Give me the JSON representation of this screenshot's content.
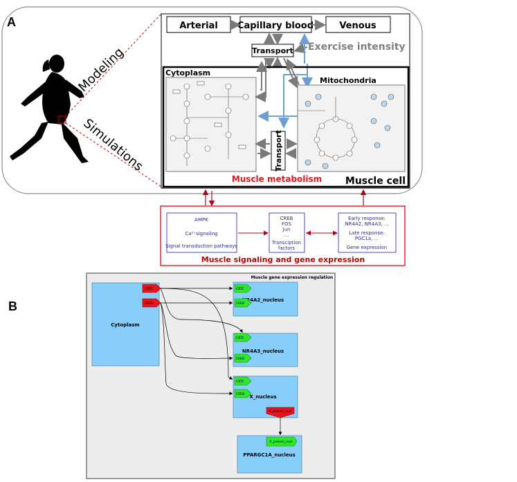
{
  "panelA": {
    "label": "A",
    "modeling": "Modeling",
    "simulations": "Simulations",
    "arterial": "Arterial",
    "capillary": "Capillary blood",
    "venous": "Venous",
    "transport_top": "Transport",
    "exercise": "Exercise intensity",
    "cytoplasm": "Cytoplasm",
    "mitochondria": "Mitochondria",
    "transport_mid": "Transport",
    "muscle_metabolism": "Muscle metabolism",
    "muscle_cell": "Muscle cell",
    "signal_box1": {
      "l1": "AMPK",
      "l2": "Ca²⁺signaling",
      "l3": "Signal transduction pathways"
    },
    "signal_box2": {
      "l1": "CREB",
      "l2": "FOS",
      "l3": "Jun",
      "l4": "...",
      "l5": "Transciption",
      "l6": "factors"
    },
    "signal_box3": {
      "l1": "Early response:",
      "l2": "NR4A2, NR4A3, ...",
      "l3": "Late response:",
      "l4": "PGC1a, ...",
      "l5": "Gene expression"
    },
    "signaling_title": "Muscle signaling and gene expression"
  },
  "panelB": {
    "label": "B",
    "title": "Muscle gene expression regulation",
    "cytoplasm": "Cytoplasm",
    "crtc": "CRTC",
    "creb": "CREB",
    "nr4a2": "NR4A2_nucleus",
    "nr4a3": "NR4A3_nucleus",
    "x_nucleus": "X_nucleus",
    "x_protein": "X_protein_nucl",
    "ppargc1a": "PPARGC1A_nucleus"
  },
  "colors": {
    "node_blue": "#87CEFA",
    "red": "#E8141C",
    "green": "#2EE62E",
    "signal_text": "#2B2B8A",
    "dark_red": "#C00000"
  }
}
